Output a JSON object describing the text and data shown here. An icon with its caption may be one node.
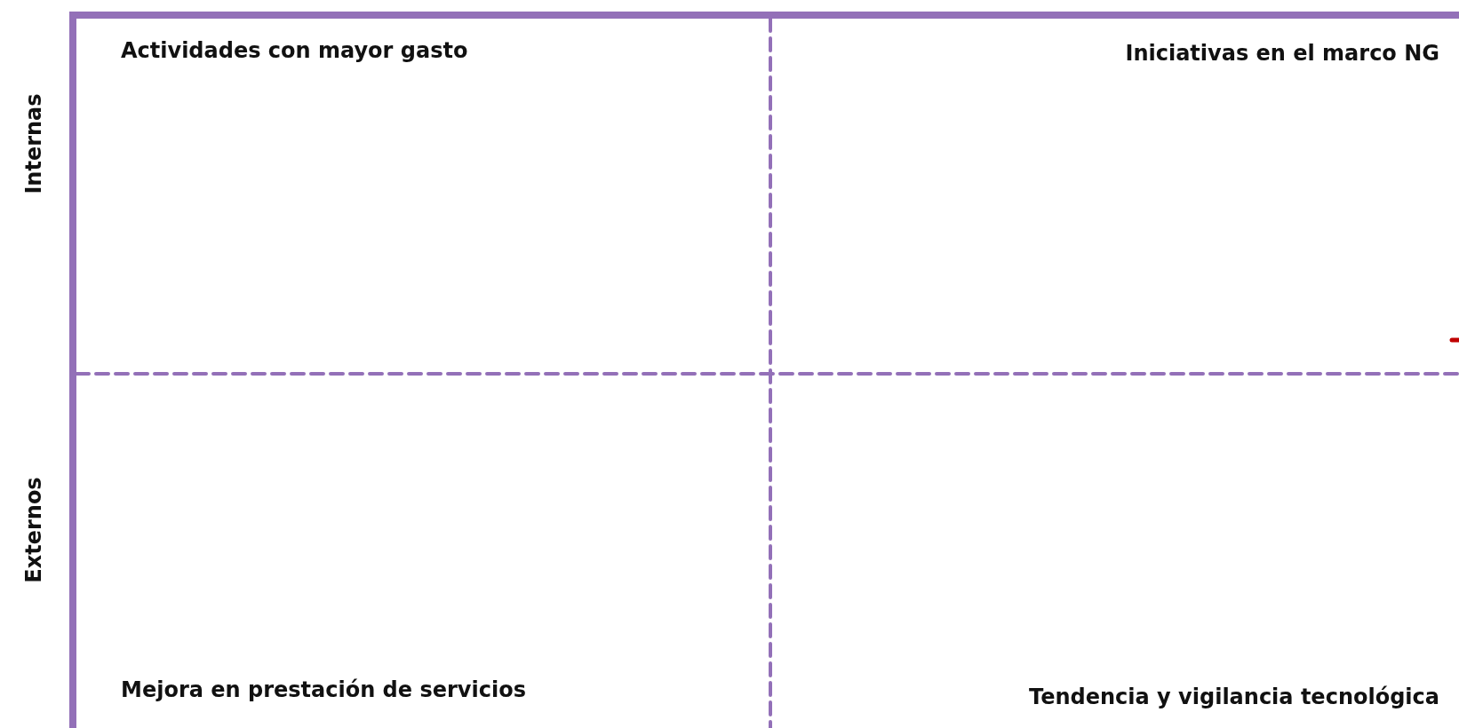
{
  "diagram": {
    "nodes": [
      {
        "text": [
          "Actividades con mayor gasto"
        ]
      },
      {
        "text": [
          "Iniciativas en el marco NG"
        ]
      },
      {
        "text": [
          "Mejora en prestación de servicios"
        ]
      },
      {
        "text": [
          "Tendencia y vigilancia tecnológica"
        ]
      }
    ],
    "labels": [
      "Internas",
      "Externos"
    ]
  }
}
